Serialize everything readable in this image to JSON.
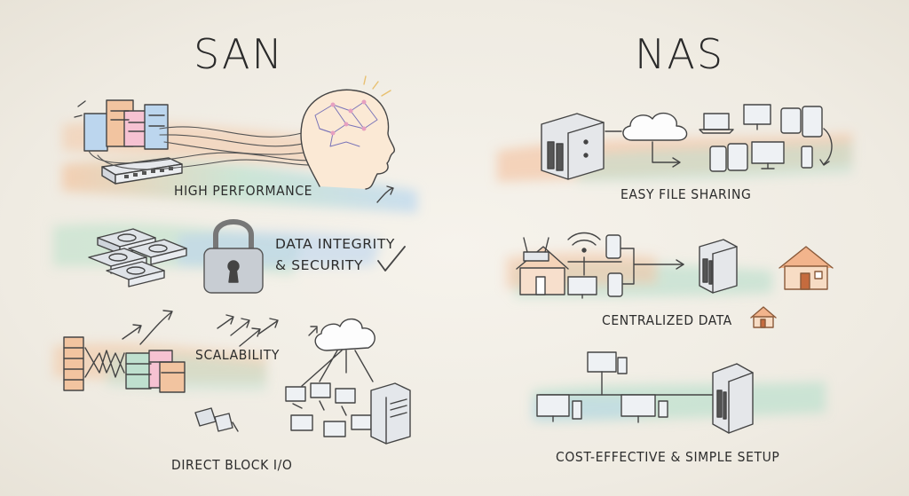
{
  "san": {
    "title": "SAN",
    "high_performance": "HIGH PERFORMANCE",
    "data_integrity_line1": "DATA INTEGRITY",
    "data_integrity_line2": "& SECURITY",
    "scalability": "SCALABILITY",
    "direct_block_io": "DIRECT BLOCK I/O"
  },
  "nas": {
    "title": "NAS",
    "easy_file_sharing": "EASY FILE SHARING",
    "centralized_data": "CENTRALIZED DATA",
    "cost_effective": "COST-EFFECTIVE & SIMPLE SETUP"
  },
  "colors": {
    "ink": "#2c2c2c",
    "wash_orange": "#f2c4a0",
    "wash_green": "#bfe0cf",
    "wash_blue": "#bcd6ee",
    "accent_pink": "#e8a0b8"
  }
}
